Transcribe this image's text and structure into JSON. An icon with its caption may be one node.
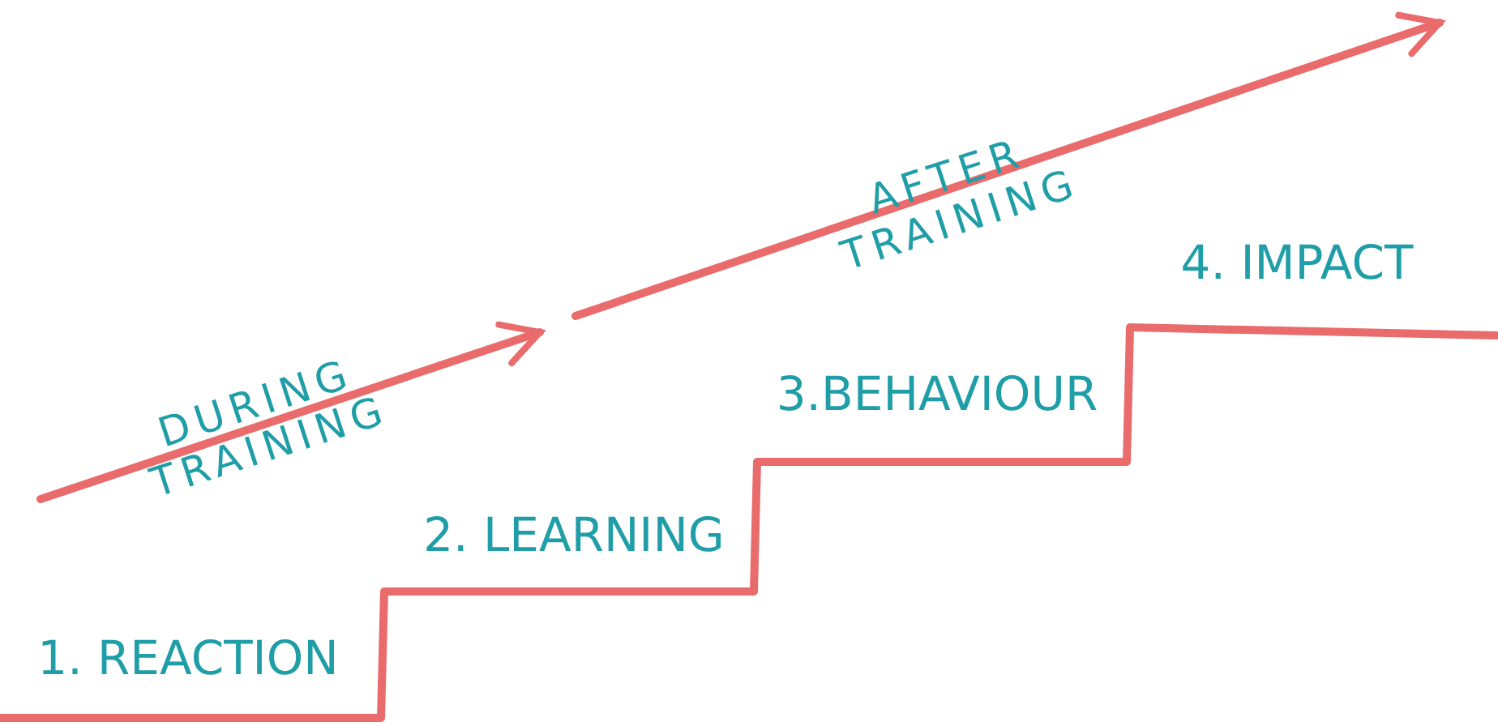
{
  "diagram": {
    "labels": [
      "DURING TRAINING",
      "AFTER TRAINING",
      "1. REACTION",
      "2. LEARNING",
      "3.BEHAVIOUR",
      "4. IMPACT"
    ]
  }
}
